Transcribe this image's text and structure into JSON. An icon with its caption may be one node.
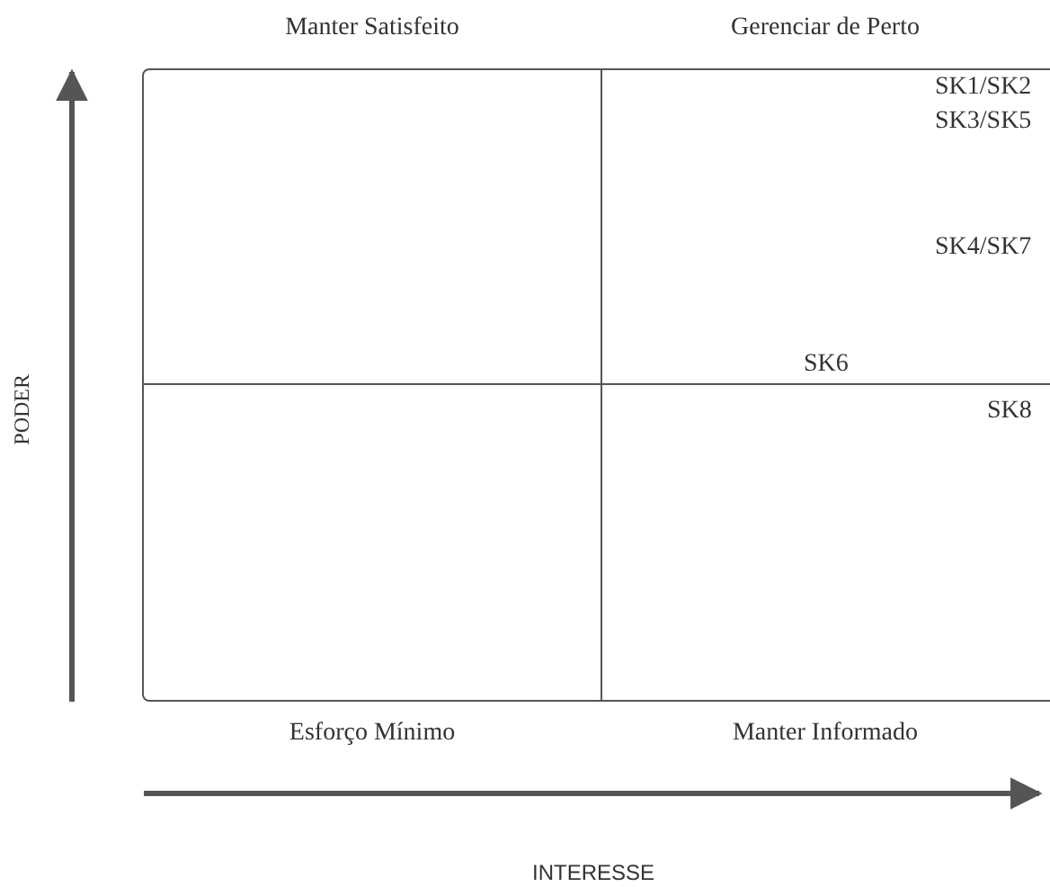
{
  "diagram": {
    "nodes": [
      {
        "text": [
          "Manter Satisfeito"
        ]
      },
      {
        "text": [
          "Gerenciar de Perto"
        ]
      },
      {
        "text": [
          "Esforço Mínimo"
        ]
      },
      {
        "text": [
          "Manter Informado"
        ]
      }
    ],
    "labels": [
      "SK1/SK2",
      "SK3/SK5",
      "SK4/SK7",
      "SK6",
      "SK8",
      "PODER",
      "INTERESSE"
    ]
  }
}
